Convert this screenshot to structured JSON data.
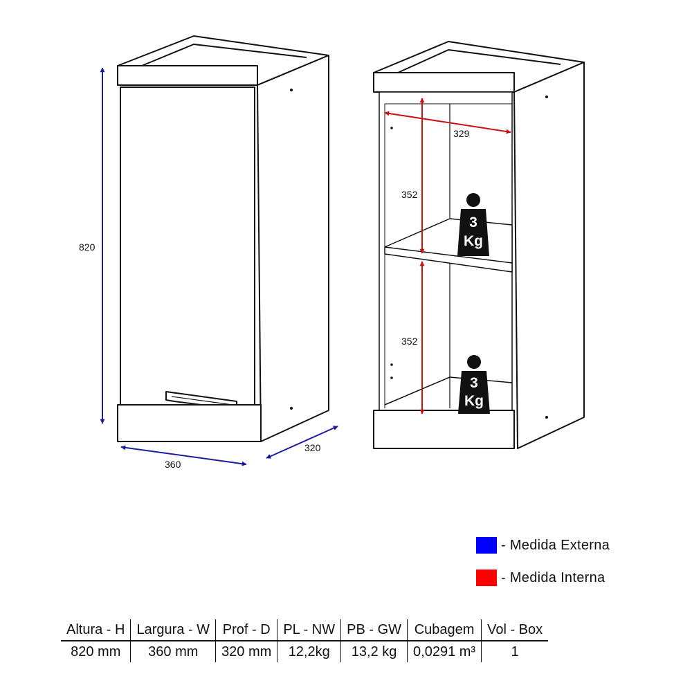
{
  "dimensions": {
    "height": "820",
    "width": "360",
    "depth": "320",
    "inner_width": "329",
    "shelf_upper": "352",
    "shelf_lower": "352"
  },
  "weights": {
    "top": {
      "number": "3",
      "unit": "Kg"
    },
    "bottom": {
      "number": "3",
      "unit": "Kg"
    }
  },
  "legend": [
    {
      "label": "- Medida Externa",
      "color": "#0000ff"
    },
    {
      "label": "- Medida Interna",
      "color": "#ff0000"
    }
  ],
  "colors": {
    "external": "#1c1ca0",
    "internal": "#cc1111",
    "outline": "#111111",
    "weight_fill": "#111111"
  },
  "table": {
    "headers": [
      "Altura - H",
      "Largura - W",
      "Prof - D",
      "PL - NW",
      "PB - GW",
      "Cubagem",
      "Vol - Box"
    ],
    "rows": [
      [
        "820 mm",
        "360 mm",
        "320 mm",
        "12,2kg",
        "13,2 kg",
        "0,0291 m³",
        "1"
      ]
    ]
  }
}
